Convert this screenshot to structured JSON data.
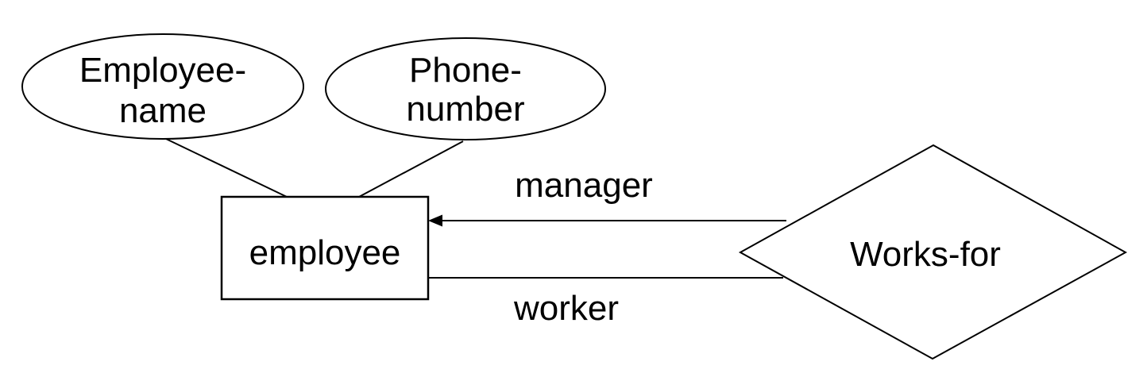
{
  "diagram_type": "entity-relationship-diagram",
  "colors": {
    "background": "#ffffff",
    "shape_fill": "#ffffff",
    "stroke": "#000000",
    "text": "#000000"
  },
  "attributes": [
    {
      "label": "Employee-name",
      "lines": [
        "Employee-",
        "name"
      ],
      "shape": "ellipse"
    },
    {
      "label": "Phone-number",
      "lines": [
        "Phone-",
        "number"
      ],
      "shape": "ellipse"
    }
  ],
  "entity": {
    "label": "employee",
    "shape": "rectangle"
  },
  "relationship": {
    "label": "Works-for",
    "shape": "diamond"
  },
  "edges": {
    "manager": {
      "label": "manager",
      "has_arrowhead": true
    },
    "worker": {
      "label": "worker",
      "has_arrowhead": false
    }
  },
  "icons": {
    "arrowhead": "filled-triangle-pointing-left-into-entity"
  }
}
